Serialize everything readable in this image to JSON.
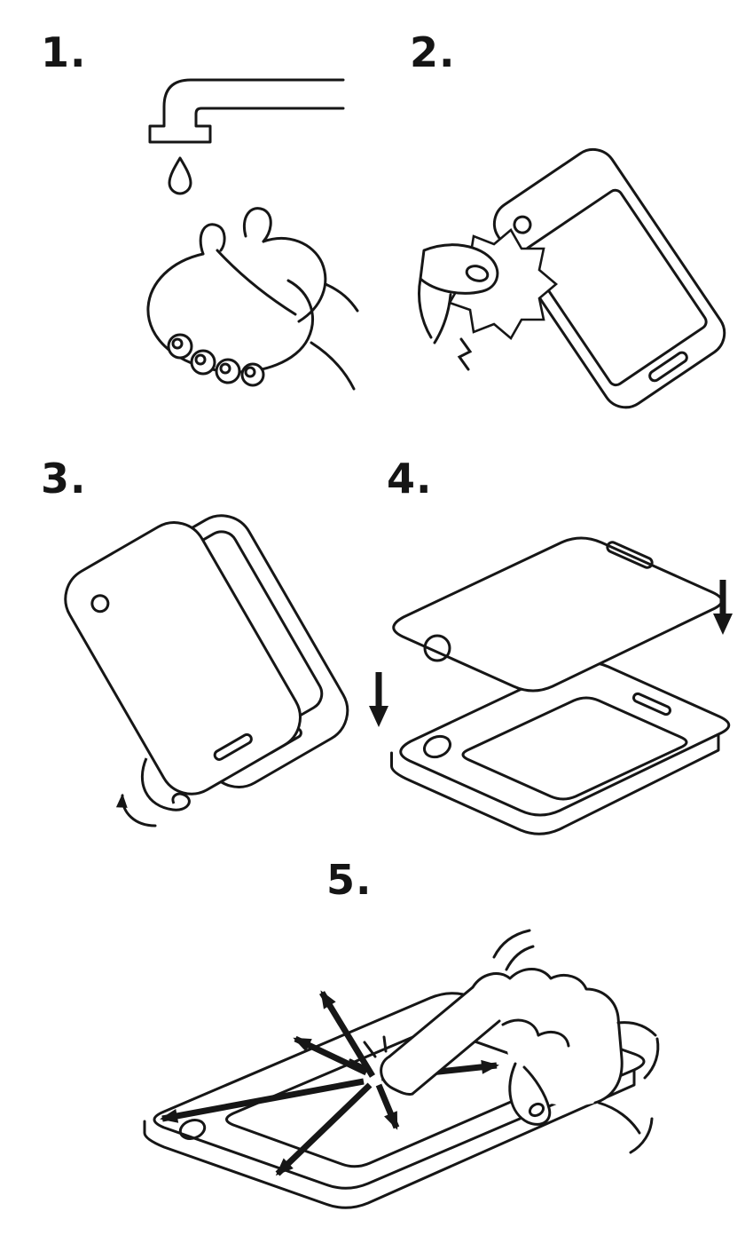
{
  "page": {
    "title": "Screen protector application instructions",
    "background": "#ffffff",
    "line_color": "#161616"
  },
  "steps": [
    {
      "number": "1.",
      "illustration": "wash-hands-under-faucet"
    },
    {
      "number": "2.",
      "illustration": "wipe-phone-screen-with-cloth"
    },
    {
      "number": "3.",
      "illustration": "peel-backing-film-from-protector"
    },
    {
      "number": "4.",
      "illustration": "lower-protector-onto-phone"
    },
    {
      "number": "5.",
      "illustration": "smooth-outward-from-center-with-finger"
    }
  ]
}
